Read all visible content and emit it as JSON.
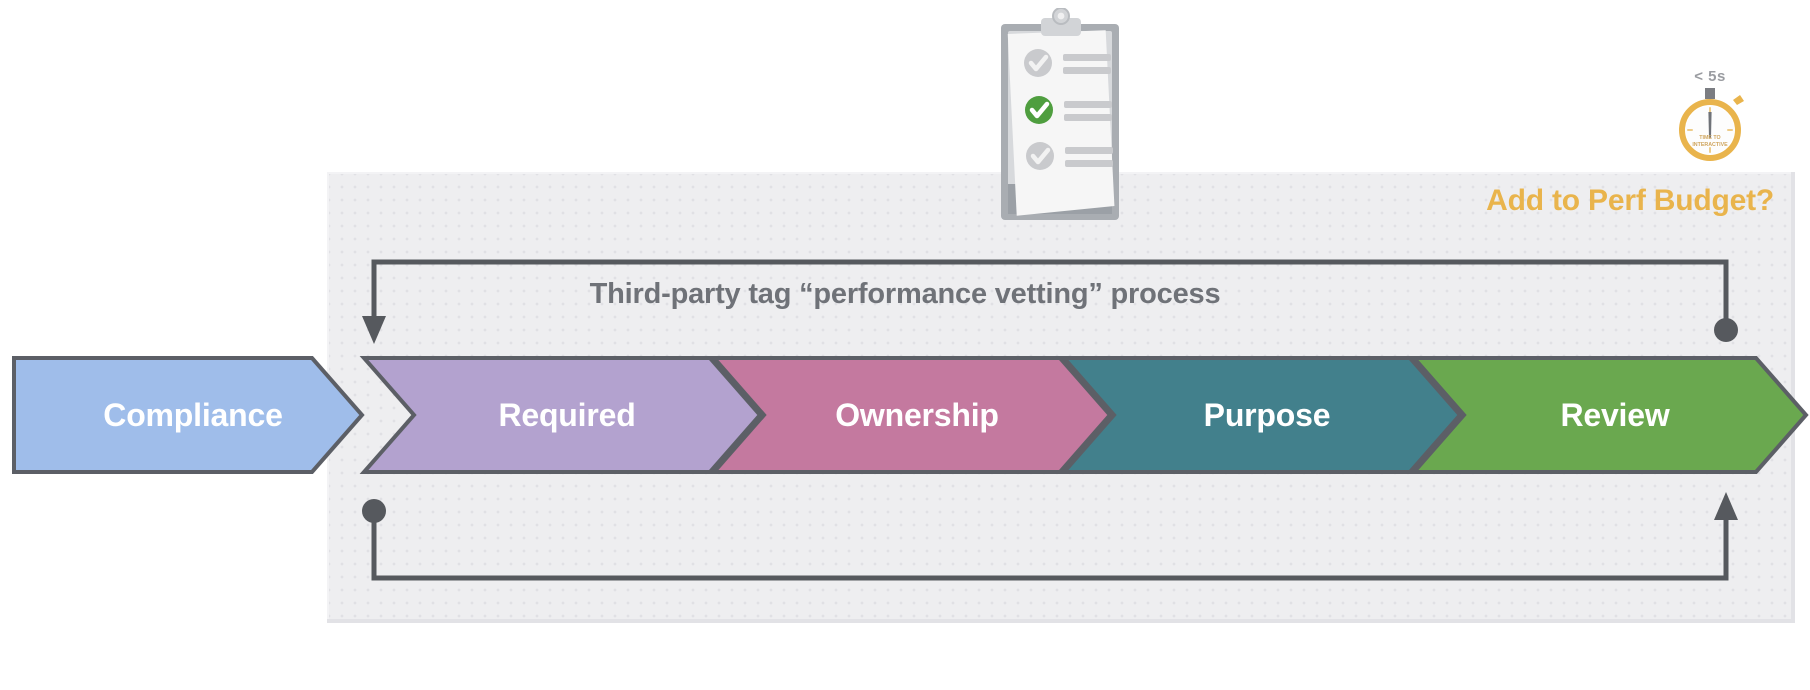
{
  "diagram": {
    "title": "Third-party tag “performance vetting” process",
    "callout": "Add to Perf Budget?",
    "callout_color": "#e9b44c",
    "panel_bg": "#eeeef0"
  },
  "stages": [
    {
      "label": "Compliance",
      "color": "#9fbdea",
      "border": "#5c5f66",
      "text_color": "#ffffff"
    },
    {
      "label": "Required",
      "color": "#b3a2cf",
      "border": "#5c5f66",
      "text_color": "#ffffff"
    },
    {
      "label": "Ownership",
      "color": "#c4799f",
      "border": "#5c5f66",
      "text_color": "#ffffff"
    },
    {
      "label": "Purpose",
      "color": "#42808c",
      "border": "#5c5f66",
      "text_color": "#ffffff"
    },
    {
      "label": "Review",
      "color": "#6aa84f",
      "border": "#5c5f66",
      "text_color": "#ffffff"
    }
  ],
  "loops": {
    "line_color": "#56595e",
    "top": {
      "description": "Review output loops back to Compliance input",
      "start_marker": "dot",
      "end_marker": "arrowhead-down"
    },
    "bottom": {
      "description": "Compliance loops forward to Review",
      "start_marker": "dot",
      "end_marker": "arrowhead-up"
    }
  },
  "stopwatch": {
    "value": "< 5s",
    "inner_line_1": "TIME TO",
    "inner_line_2": "INTERACTIVE",
    "color": "#e9b44c",
    "label_color": "#9a9ca1"
  },
  "clipboard": {
    "items": [
      {
        "state": "unchecked",
        "check_color": "#c9cacd"
      },
      {
        "state": "checked",
        "check_color": "#4f9e3f"
      },
      {
        "state": "unchecked",
        "check_color": "#c9cacd"
      }
    ],
    "board_color": "#a9adb2",
    "paper_color": "#f4f4f4"
  }
}
